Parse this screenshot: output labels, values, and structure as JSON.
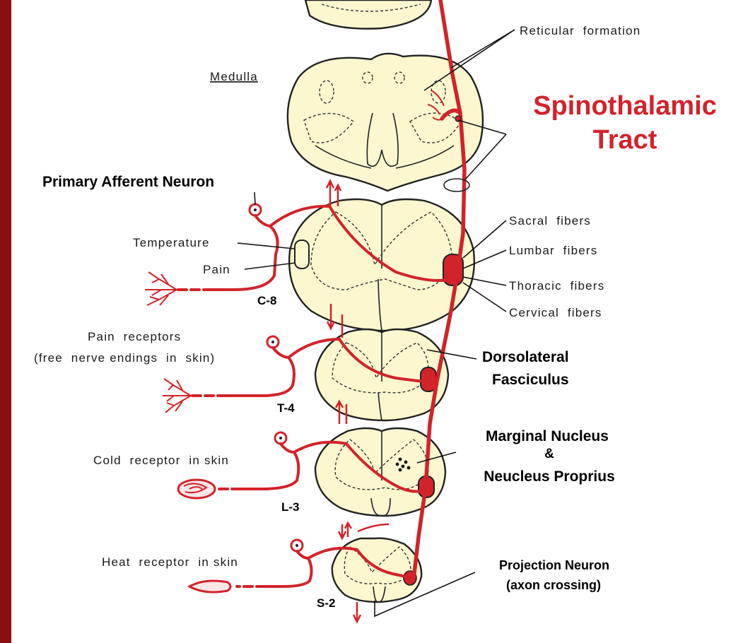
{
  "title": {
    "line1": "Spinothalamic",
    "line2": "Tract"
  },
  "labels": {
    "reticular_formation": "Reticular  formation",
    "medulla": "Medulla",
    "primary_afferent_neuron": "Primary Afferent Neuron",
    "temperature": "Temperature",
    "pain": "Pain",
    "sacral_fibers": "Sacral  fibers",
    "lumbar_fibers": "Lumbar  fibers",
    "thoracic_fibers": "Thoracic  fibers",
    "cervical_fibers": "Cervical  fibers",
    "pain_receptors_1": "Pain  receptors",
    "pain_receptors_2": "(free  nerve endings  in  skin)",
    "dorsolateral_1": "Dorsolateral",
    "dorsolateral_2": "Fasciculus",
    "marginal_1": "Marginal Nucleus",
    "marginal_2": "&",
    "marginal_3": "Neucleus Proprius",
    "cold_receptor": "Cold  receptor  in skin",
    "heat_receptor": "Heat  receptor  in skin",
    "projection_1": "Projection Neuron",
    "projection_2": "(axon crossing)"
  },
  "segments": {
    "c8": "C-8",
    "t4": "T-4",
    "l3": "L-3",
    "s2": "S-2"
  },
  "colors": {
    "background": "#8b0f12",
    "tract": "#d2232a",
    "cord_fill": "#fcf7cf"
  }
}
